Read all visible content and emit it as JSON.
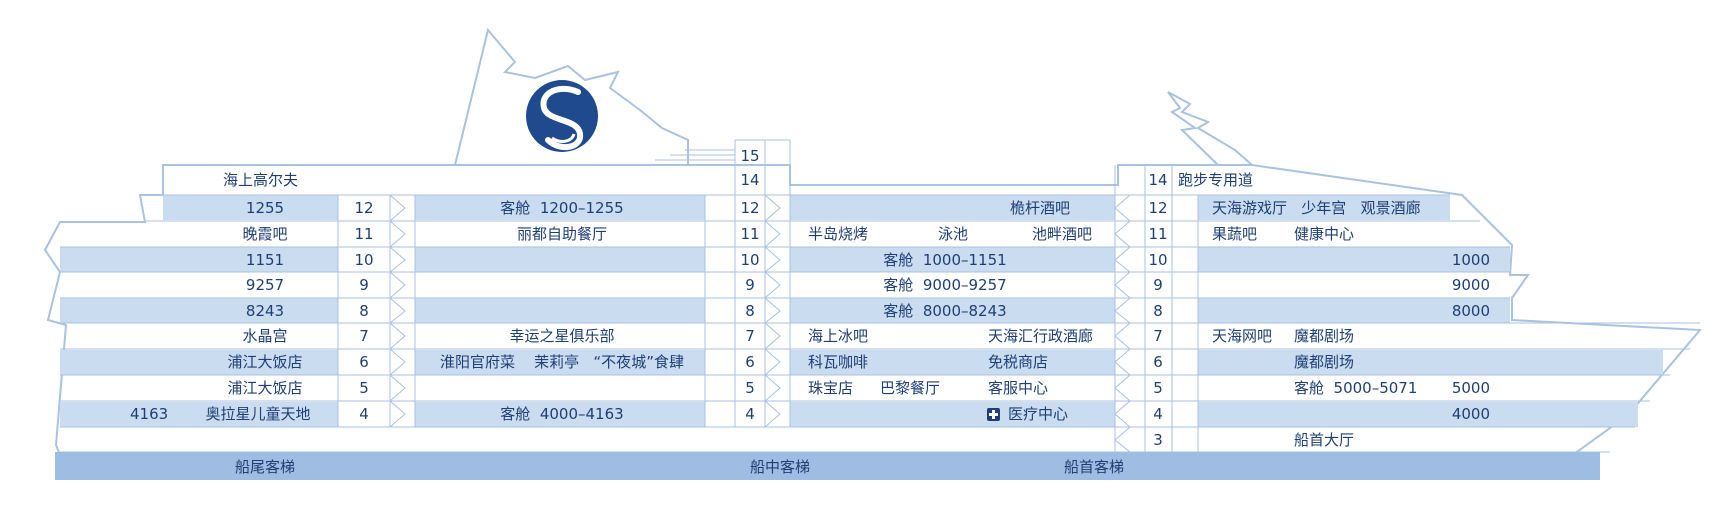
{
  "stern": {
    "golf": "海上高尔夫",
    "d12": "1255",
    "d11": "晚霞吧",
    "d10": "1151",
    "d9": "9257",
    "d8": "8243",
    "d7": "水晶宫",
    "d6": "浦江大饭店",
    "d5": "浦江大饭店",
    "d4_num": "4163",
    "d4": "奥拉星儿童天地"
  },
  "col_a": {
    "d12": "12",
    "d11": "11",
    "d10": "10",
    "d9": "9",
    "d8": "8",
    "d7": "7",
    "d6": "6",
    "d5": "5",
    "d4": "4"
  },
  "aft_mid": {
    "d12": "客舱  1200–1255",
    "d11": "丽都自助餐厅",
    "d7": "幸运之星俱乐部",
    "d6": "淮阳官府菜    茉莉亭   “不夜城”食肆",
    "d4": "客舱  4000–4163"
  },
  "col_b": {
    "d15": "15",
    "d14": "14",
    "d12": "12",
    "d11": "11",
    "d10": "10",
    "d9": "9",
    "d8": "8",
    "d7": "7",
    "d6": "6",
    "d5": "5",
    "d4": "4"
  },
  "midship": {
    "d12": "桅杆酒吧",
    "d11_a": "半岛烧烤",
    "d11_b": "泳池",
    "d11_c": "池畔酒吧",
    "d10": "客舱  1000–1151",
    "d9": "客舱  9000–9257",
    "d8": "客舱  8000–8243",
    "d7_a": "海上冰吧",
    "d7_b": "天海汇行政酒廊",
    "d6_a": "科瓦咖啡",
    "d6_b": "免税商店",
    "d5_a": "珠宝店",
    "d5_b": "巴黎餐厅",
    "d5_c": "客服中心",
    "d4": "医疗中心"
  },
  "col_c": {
    "d14": "14",
    "d12": "12",
    "d11": "11",
    "d10": "10",
    "d9": "9",
    "d8": "8",
    "d7": "7",
    "d6": "6",
    "d5": "5",
    "d4": "4",
    "d3": "3"
  },
  "bow": {
    "d14": "跑步专用道",
    "d12": "天海游戏厅   少年宫   观景酒廊",
    "d11_a": "果蔬吧",
    "d11_b": "健康中心",
    "d10": "1000",
    "d9": "9000",
    "d8": "8000",
    "d7_a": "天海网吧",
    "d7_b": "魔都剧场",
    "d6": "魔都剧场",
    "d5_a": "客舱  5000–5071",
    "d5_b": "5000",
    "d4": "4000",
    "d3": "船首大厅"
  },
  "elevators": {
    "aft": "船尾客梯",
    "mid": "船中客梯",
    "fwd": "船首客梯"
  },
  "colors": {
    "light": "#c9dcf0",
    "dark": "#1f3f74",
    "outline": "#a9c2df",
    "elevator_bar": "#9dbde2"
  },
  "icons": {
    "logo": "seaborn-s-logo-icon",
    "medical": "medical-cross-icon"
  }
}
